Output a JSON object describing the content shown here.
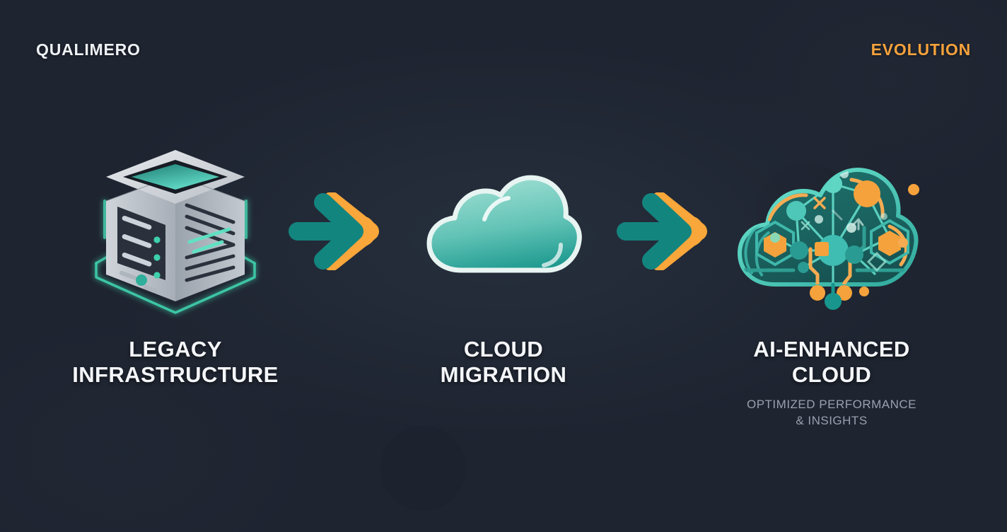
{
  "header": {
    "brand": "QUALIMERO",
    "eyebrow": "EVOLUTION"
  },
  "theme": {
    "background": "#1e2430",
    "heading_text": "#f4f6f9",
    "subtitle_text": "#99a1ae",
    "accent_orange": "#f5a23c",
    "accent_teal": "#0f8a85",
    "teal_light": "#5fd6c4",
    "server_silver": "#c6cbd2"
  },
  "stages": [
    {
      "id": "legacy-infrastructure",
      "icon": "server-tower-icon",
      "title": "LEGACY\nINFRASTRUCTURE",
      "subtitle": ""
    },
    {
      "id": "cloud-migration",
      "icon": "cloud-icon",
      "title": "CLOUD\nMIGRATION",
      "subtitle": ""
    },
    {
      "id": "ai-enhanced-cloud",
      "icon": "ai-neural-cloud-icon",
      "title": "AI-ENHANCED\nCLOUD",
      "subtitle": "OPTIMIZED PERFORMANCE\n& INSIGHTS"
    }
  ],
  "connectors": [
    {
      "id": "arrow-1",
      "icon": "arrow-right-icon"
    },
    {
      "id": "arrow-2",
      "icon": "arrow-right-icon"
    }
  ]
}
